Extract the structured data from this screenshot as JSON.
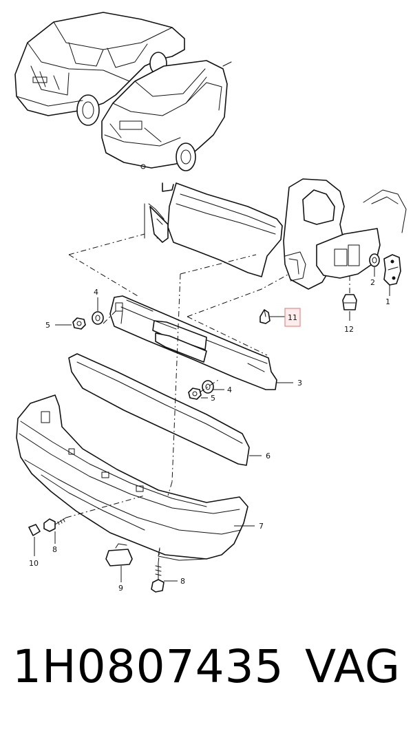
{
  "caption": {
    "part_number": "1H0807435",
    "brand": "VAG"
  },
  "callouts": {
    "c1": "1",
    "c2": "2",
    "c3": "3",
    "c4a": "4",
    "c4b": "4",
    "c5a": "5",
    "c5b": "5",
    "c6": "6",
    "c7": "7",
    "c8a": "8",
    "c8b": "8",
    "c9": "9",
    "c10": "10",
    "c11": "11",
    "c12": "12"
  },
  "highlight": {
    "callout": "11",
    "color": "#e58a8a"
  }
}
